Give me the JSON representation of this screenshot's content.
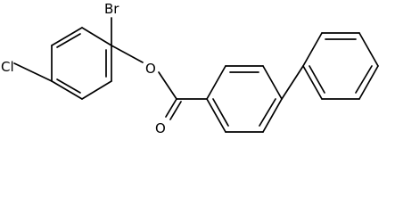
{
  "molecule": {
    "atoms": {
      "br": "Br",
      "cl": "Cl",
      "ester_o": "O",
      "carbonyl_o": "O"
    },
    "colors": {
      "bond": "#000000",
      "label": "#000000",
      "background": "#ffffff"
    }
  }
}
